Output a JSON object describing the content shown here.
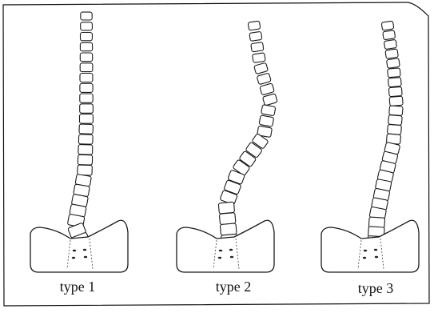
{
  "figure": {
    "panels": [
      {
        "id": "panel-type-1",
        "label": "type 1"
      },
      {
        "id": "panel-type-2",
        "label": "type 2"
      },
      {
        "id": "panel-type-3",
        "label": "type 3"
      }
    ]
  }
}
